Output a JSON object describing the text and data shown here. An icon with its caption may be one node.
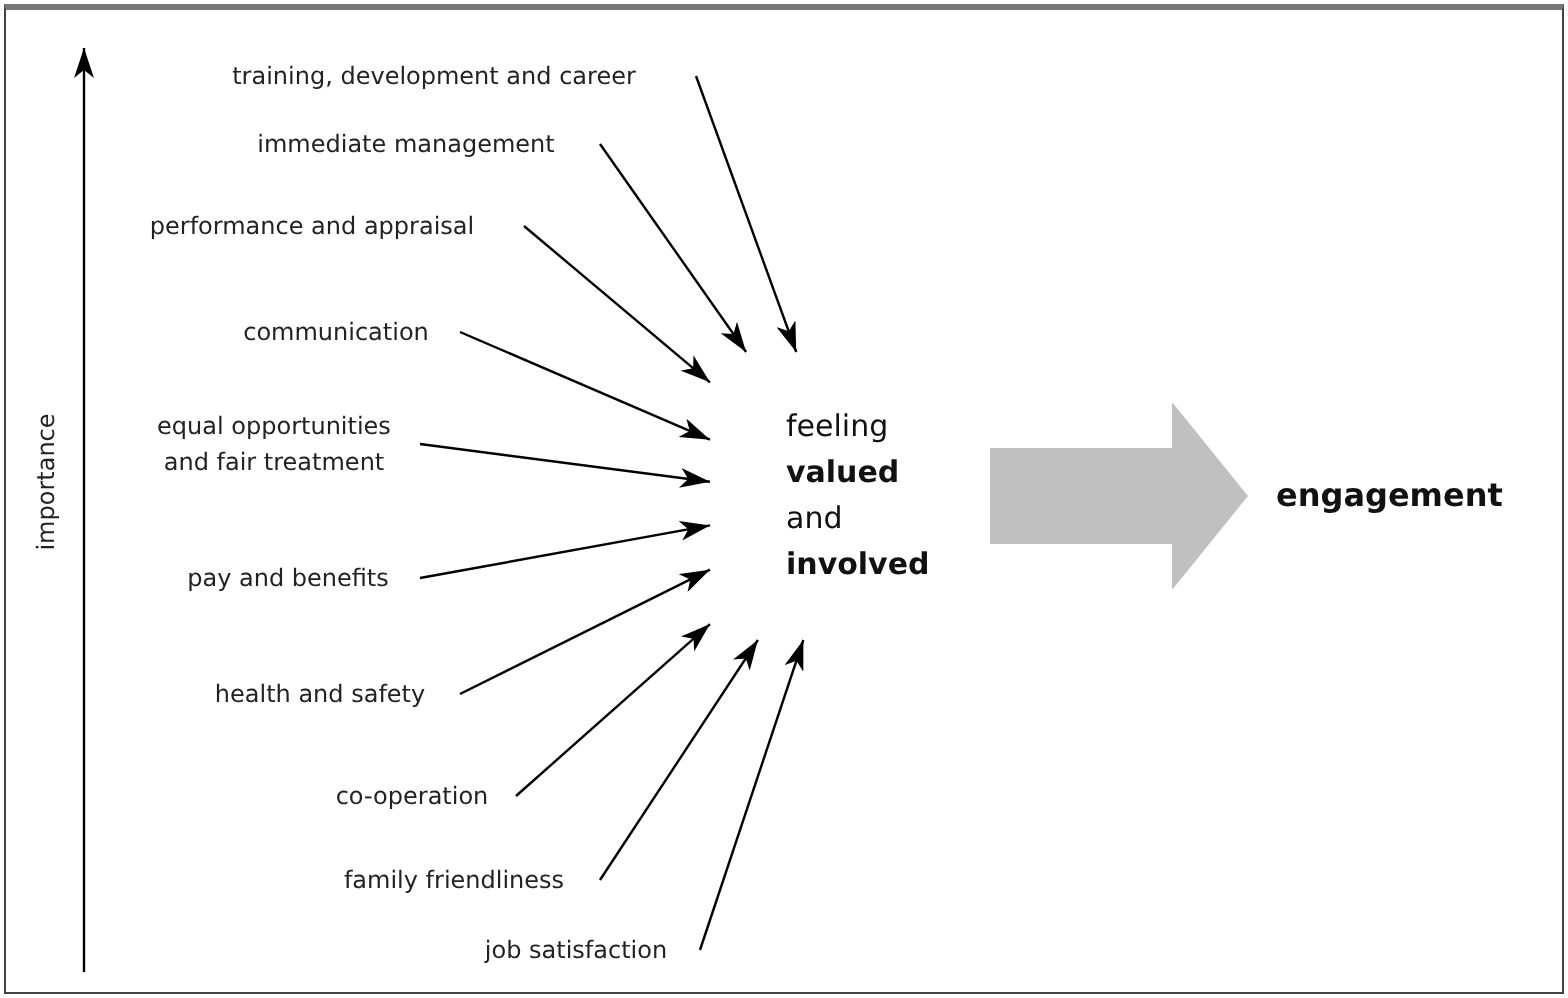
{
  "diagram": {
    "nodes": [
      {
        "text": [
          "training, development and career"
        ]
      },
      {
        "text": [
          "immediate management"
        ]
      },
      {
        "text": [
          "performance and appraisal"
        ]
      },
      {
        "text": [
          "communication"
        ]
      },
      {
        "text": [
          "equal opportunities and fair treatment"
        ]
      },
      {
        "text": [
          "pay and benefits"
        ]
      },
      {
        "text": [
          "health and safety"
        ]
      },
      {
        "text": [
          "co-operation"
        ]
      },
      {
        "text": [
          "family friendliness"
        ]
      },
      {
        "text": [
          "job satisfaction"
        ]
      },
      {
        "text": [
          "feeling **valued** and **involved**"
        ]
      },
      {
        "text": [
          "engagement"
        ]
      }
    ],
    "edges": [
      {
        "from": 0,
        "to": 10,
        "arrow": "to"
      },
      {
        "from": 1,
        "to": 10,
        "arrow": "to"
      },
      {
        "from": 2,
        "to": 10,
        "arrow": "to"
      },
      {
        "from": 3,
        "to": 10,
        "arrow": "to"
      },
      {
        "from": 4,
        "to": 10,
        "arrow": "to"
      },
      {
        "from": 5,
        "to": 10,
        "arrow": "to"
      },
      {
        "from": 6,
        "to": 10,
        "arrow": "to"
      },
      {
        "from": 7,
        "to": 10,
        "arrow": "to"
      },
      {
        "from": 8,
        "to": 10,
        "arrow": "to"
      },
      {
        "from": 9,
        "to": 10,
        "arrow": "to"
      },
      {
        "from": 10,
        "to": 11,
        "arrow": "to",
        "style": "thick",
        "color": "#c0c0c0"
      }
    ],
    "labels": [
      "importance"
    ]
  }
}
